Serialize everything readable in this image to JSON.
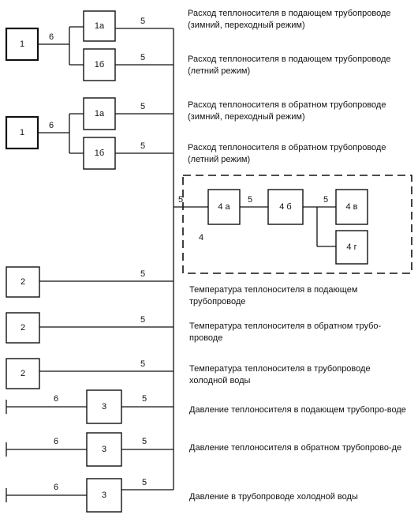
{
  "boxes": {
    "b1_top": "1",
    "b1a_top": "1а",
    "b1b_top": "1б",
    "b1_mid": "1",
    "b1a_mid": "1а",
    "b1b_mid": "1б",
    "b4a": "4 а",
    "b4b": "4 б",
    "b4v": "4 в",
    "b4g": "4 г",
    "b2_1": "2",
    "b2_2": "2",
    "b2_3": "2",
    "b3_1": "3",
    "b3_2": "3",
    "b3_3": "3"
  },
  "line_labels": {
    "l6_a": "6",
    "l5_1a": "5",
    "l5_1b": "5",
    "l6_b": "6",
    "l5_1a2": "5",
    "l5_1b2": "5",
    "l5_to4": "5",
    "l5_4ab": "5",
    "l5_4bv": "5",
    "label_4": "4",
    "l5_2a": "5",
    "l5_2b": "5",
    "l5_2c": "5",
    "l6_3a": "6",
    "l5_3a": "5",
    "l6_3b": "6",
    "l5_3b": "5",
    "l6_3c": "6",
    "l5_3c": "5"
  },
  "descriptions": [
    "Расход теплоносителя в подающем трубопроводе (зимний, переходный режим)",
    "Расход теплоносителя в подающем трубопроводе (летний режим)",
    "Расход теплоносителя в обратном трубопроводе (зимний, переходный режим)",
    "Расход теплоносителя в обратном трубопроводе (летний режим)",
    "Температура теплоносителя в подающем трубопроводе",
    "Температура теплоносителя в обратном трубо-проводе",
    "Температура теплоносителя в трубопроводе холодной воды",
    "Давление теплоносителя в подающем трубопро-воде",
    "Давление теплоносителя в обратном трубопрово-де",
    "Давление в трубопроводе холодной воды"
  ]
}
